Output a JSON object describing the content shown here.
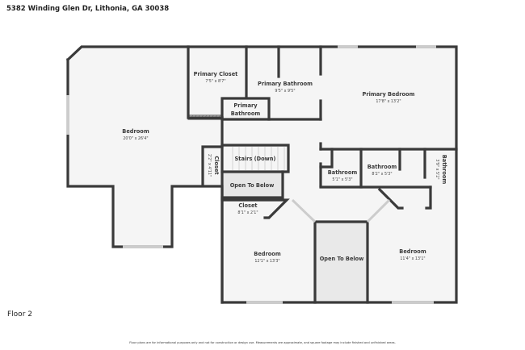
{
  "address": "5382 Winding Glen Dr, Lithonia, GA 30038",
  "floor_label": "Floor 2",
  "disclaimer": "Floor plans are for informational purposes only and not for construction or design use. Measurements are approximate, and square footage may include finished and unfinished areas.",
  "colors": {
    "wall": "#3a3a3a",
    "floor": "#f5f5f5",
    "open_to_below": "#e9e9e9",
    "window": "#cccccc"
  },
  "rooms": [
    {
      "name": "Bedroom",
      "dims": "20'0\" x 26'4\""
    },
    {
      "name": "Primary Closet",
      "dims": "7'5\" x 8'7\""
    },
    {
      "name": "Primary Bathroom",
      "dims": "9'5\" x 9'5\""
    },
    {
      "name": "Primary Bathroom",
      "dims": ""
    },
    {
      "name": "Primary Bedroom",
      "dims": "17'8\" x 13'2\""
    },
    {
      "name": "Closet",
      "dims": "2'2\" x 4'11\""
    },
    {
      "name": "Stairs (Down)",
      "dims": ""
    },
    {
      "name": "Open To Below",
      "dims": ""
    },
    {
      "name": "Bathroom",
      "dims": "5'1\" x 5'3\""
    },
    {
      "name": "Bathroom",
      "dims": "8'2\" x 5'3\""
    },
    {
      "name": "Bathroom",
      "dims": "3'9\" x 5'2\""
    },
    {
      "name": "Closet",
      "dims": "8'1\" x 2'1\""
    },
    {
      "name": "Bedroom",
      "dims": "12'1\" x 13'3\""
    },
    {
      "name": "Open To Below",
      "dims": ""
    },
    {
      "name": "Bedroom",
      "dims": "11'4\" x 13'1\""
    }
  ]
}
